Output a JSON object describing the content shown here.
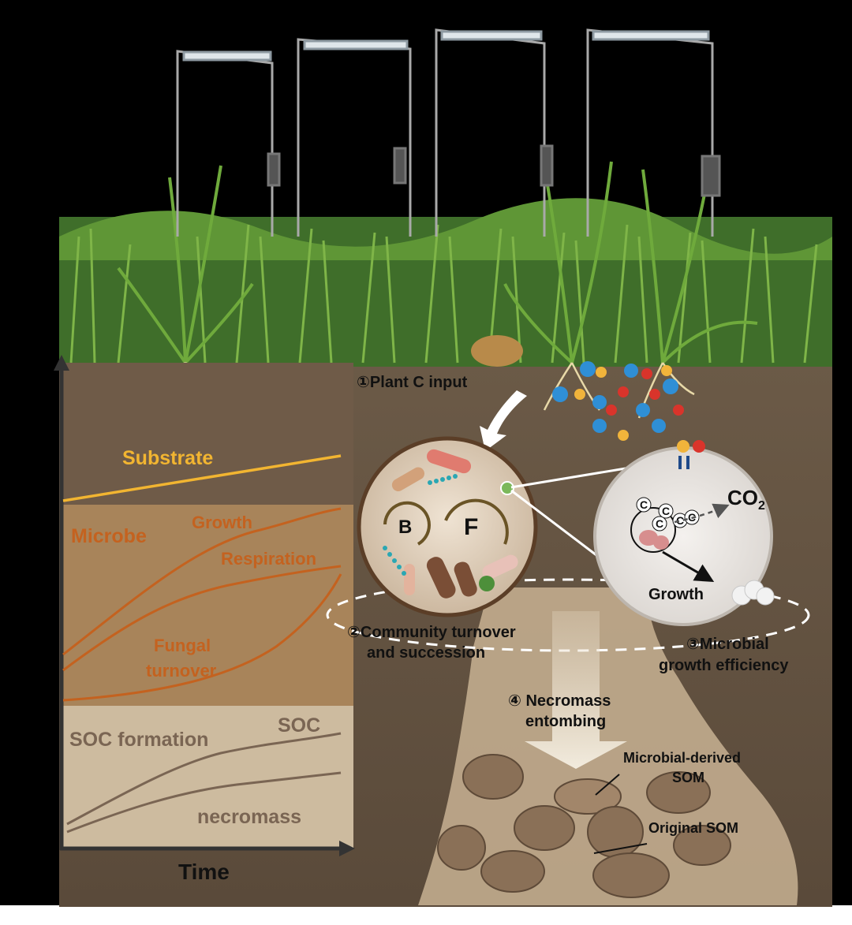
{
  "colors": {
    "background": "#000000",
    "substrate": "#f2b531",
    "microbe": "#c4621f",
    "soc": "#6f5a49",
    "bacteria_blue": "#2f8fd6",
    "carbon_red": "#d9342b",
    "carbon_yellow": "#f1b43b"
  },
  "panel": {
    "substrate_label": "Substrate",
    "microbe_label": "Microbe",
    "growth_label": "Growth",
    "respiration_label": "Respiration",
    "fungal_label_line1": "Fungal",
    "fungal_label_line2": "turnover",
    "soc_formation_label": "SOC formation",
    "soc_label": "SOC",
    "necromass_label": "necromass",
    "time_axis_label": "Time"
  },
  "steps": {
    "plant_c_input": "①Plant C input",
    "community_line1": "②Community turnover",
    "community_line2": "and succession",
    "efficiency_line1": "③Microbial",
    "efficiency_line2": "growth efficiency",
    "necromass_line1": "④ Necromass",
    "necromass_line2": "entombing"
  },
  "community_circle": {
    "bacteria_symbol": "B",
    "fungi_symbol": "F"
  },
  "cue_circle": {
    "co2_label": "CO",
    "co2_subscript": "2",
    "growth_label": "Growth",
    "carbon_symbol": "C"
  },
  "som": {
    "microbial_line1": "Microbial-derived",
    "microbial_line2": "SOM",
    "original_label": "Original SOM"
  }
}
